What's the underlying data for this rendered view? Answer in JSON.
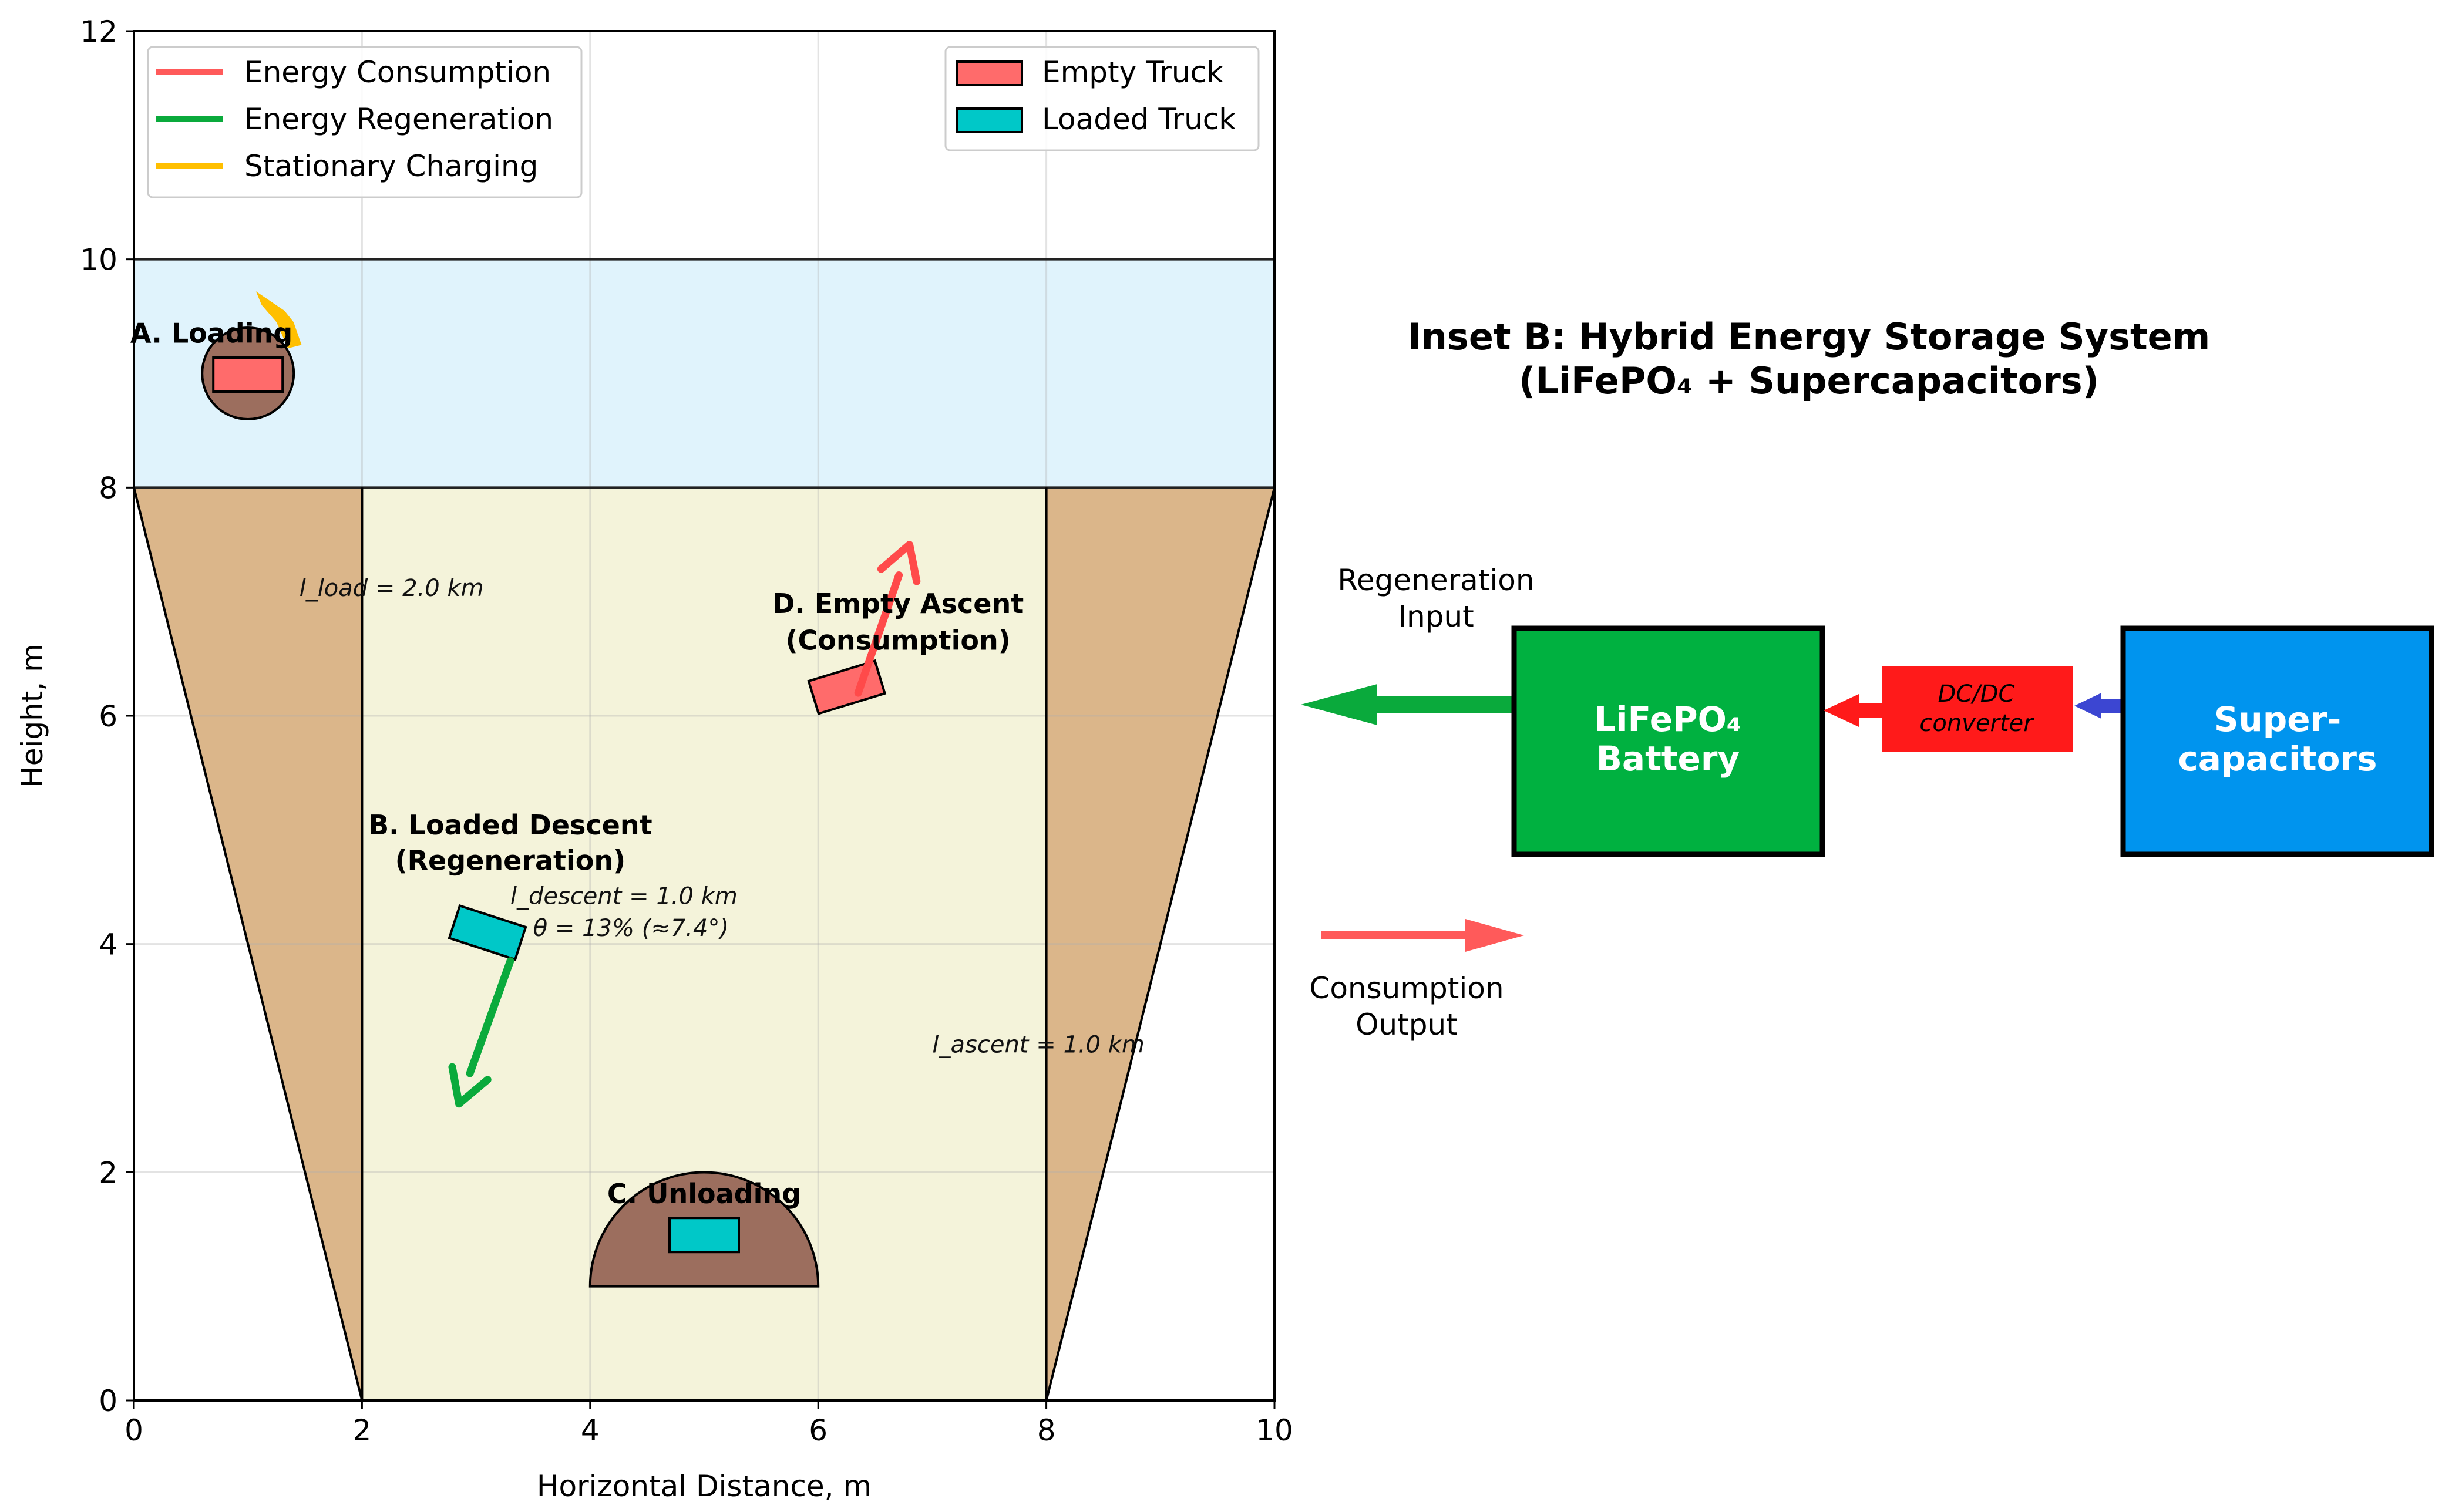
{
  "chart_data": {
    "type": "diagram",
    "xlabel": "Horizontal Distance, m",
    "ylabel": "Height, m",
    "xlim": [
      0,
      10
    ],
    "ylim": [
      0,
      12
    ],
    "xticks": [
      0,
      2,
      4,
      6,
      8,
      10
    ],
    "yticks": [
      0,
      2,
      4,
      6,
      8,
      10,
      12
    ],
    "grid": true,
    "legend_energy": {
      "placement": "top-left",
      "entries": [
        {
          "label": "Energy Consumption",
          "color": "#ff5a5a"
        },
        {
          "label": "Energy Regeneration",
          "color": "#0aaa3c"
        },
        {
          "label": "Stationary Charging",
          "color": "#ffbf00"
        }
      ]
    },
    "legend_truck": {
      "placement": "top-right",
      "entries": [
        {
          "label": "Empty Truck",
          "color": "#ff6b6b"
        },
        {
          "label": "Loaded Truck",
          "color": "#00c8c8"
        }
      ]
    },
    "zones": {
      "surface": {
        "y": [
          8,
          10
        ],
        "color": "#e0f3fc"
      },
      "pit": {
        "x": [
          2,
          8
        ],
        "y": [
          0,
          8
        ],
        "color": "#f4f3da"
      },
      "walls": {
        "color": "#dbb68a"
      }
    },
    "stations": [
      {
        "label": "A. Loading",
        "x": 1.0,
        "y": 9.0,
        "truck": "empty"
      },
      {
        "label": "C. Unloading",
        "x": 5.0,
        "y": 1.0,
        "truck": "loaded"
      }
    ],
    "phases": [
      {
        "label": "B. Loaded Descent",
        "sublabel": "(Regeneration)",
        "truck_x": 3.1,
        "truck_y": 4.1,
        "truck": "loaded",
        "arrow_from": [
          3.3,
          3.85
        ],
        "arrow_to": [
          2.85,
          2.6
        ],
        "color": "#0aaa3c"
      },
      {
        "label": "D. Empty Ascent",
        "sublabel": "(Consumption)",
        "truck_x": 6.25,
        "truck_y": 6.25,
        "truck": "empty",
        "arrow_from": [
          6.35,
          6.2
        ],
        "arrow_to": [
          6.8,
          7.5
        ],
        "color": "#ff4a4a"
      }
    ],
    "annotations": [
      {
        "text": "l_load = 2.0 km",
        "x": 1.45,
        "y": 7.05
      },
      {
        "text": "l_descent = 1.0 km",
        "x": 3.3,
        "y": 4.35
      },
      {
        "text": "θ = 13% (≈7.4°)",
        "x": 3.5,
        "y": 4.07
      },
      {
        "text": "l_ascent = 1.0 km",
        "x": 7.0,
        "y": 3.05
      }
    ]
  },
  "inset": {
    "title_line1": "Inset B: Hybrid Energy Storage System",
    "title_line2": "(LiFePO₄ + Supercapacitors)",
    "battery_line1": "LiFePO₄",
    "battery_line2": "Battery",
    "converter_line1": "DC/DC",
    "converter_line2": "converter",
    "supercap_line1": "Super-",
    "supercap_line2": "capacitors",
    "regen_line1": "Regeneration",
    "regen_line2": "Input",
    "consumption_line1": "Consumption",
    "consumption_line2": "Output",
    "colors": {
      "battery": "#00b140",
      "converter": "#ff1a1a",
      "supercap": "#0094ee",
      "regen_arrow": "#0aaa3c",
      "consumption_arrow": "#ff5a5a",
      "supercap_link": "#3c46d2"
    }
  }
}
